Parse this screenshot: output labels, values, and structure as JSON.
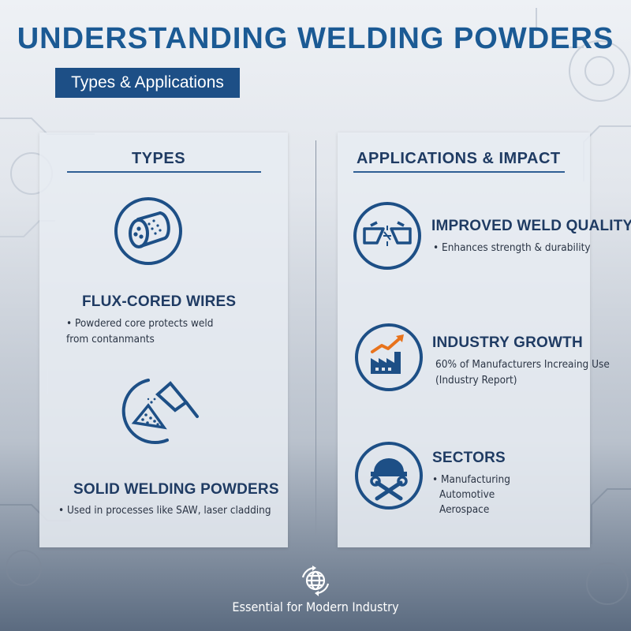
{
  "header": {
    "title": "UNDERSTANDING WELDING POWDERS",
    "subtitle": "Types & Applications"
  },
  "types": {
    "heading": "TYPES",
    "items": [
      {
        "icon": "flux-cored-wire-icon",
        "title": "FLUX-CORED WIRES",
        "lines": [
          "• Powdered core protects weld",
          "from contanmants"
        ]
      },
      {
        "icon": "powder-nozzle-icon",
        "title": "SOLID WELDING POWDERS",
        "lines": [
          "• Used in processes like SAW, laser cladding"
        ]
      }
    ]
  },
  "applications": {
    "heading": "APPLICATIONS & IMPACT",
    "items": [
      {
        "icon": "weld-joint-icon",
        "title": "IMPROVED WELD QUALITY",
        "lines": [
          "• Enhances strength & durability"
        ]
      },
      {
        "icon": "factory-growth-icon",
        "title": "INDUSTRY GROWTH",
        "lines": [
          "60% of Manufacturers Increaing Use",
          "(Industry Report)"
        ]
      },
      {
        "icon": "hardhat-wrench-icon",
        "title": "SECTORS",
        "lines": [
          "• Manufacturing",
          "Automotive",
          "Aerospace"
        ]
      }
    ]
  },
  "footer": {
    "icon": "globe-cycle-icon",
    "text": "Essential for Modern Industry"
  },
  "colors": {
    "primary": "#1d4f86",
    "title": "#1b5a94",
    "accent": "#e8731c"
  }
}
